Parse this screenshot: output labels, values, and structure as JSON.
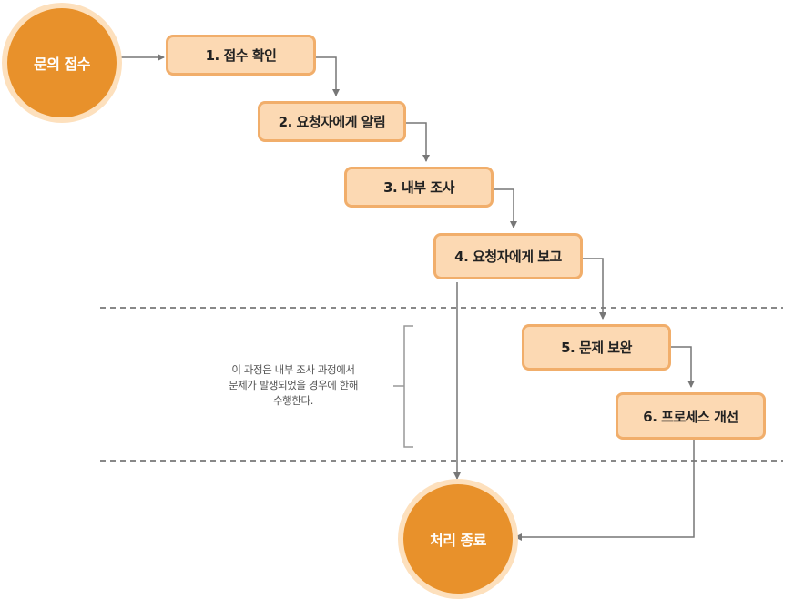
{
  "start": {
    "label": "문의 접수"
  },
  "end": {
    "label": "처리 종료"
  },
  "steps": [
    {
      "label": "1. 접수 확인"
    },
    {
      "label": "2. 요청자에게 알림"
    },
    {
      "label": "3. 내부 조사"
    },
    {
      "label": "4. 요청자에게 보고"
    },
    {
      "label": "5. 문제 보완"
    },
    {
      "label": "6. 프로세스 개선"
    }
  ],
  "note": {
    "lines": [
      "이 과정은 내부 조사 과정에서",
      "문제가 발생되었을 경우에 한해",
      "수행한다."
    ]
  },
  "colors": {
    "circle_fill": "#e8912b",
    "circle_halo": "#fde0bd",
    "step_fill": "#fcd9b3",
    "step_border": "#f1ae6b",
    "connector": "#777777"
  }
}
